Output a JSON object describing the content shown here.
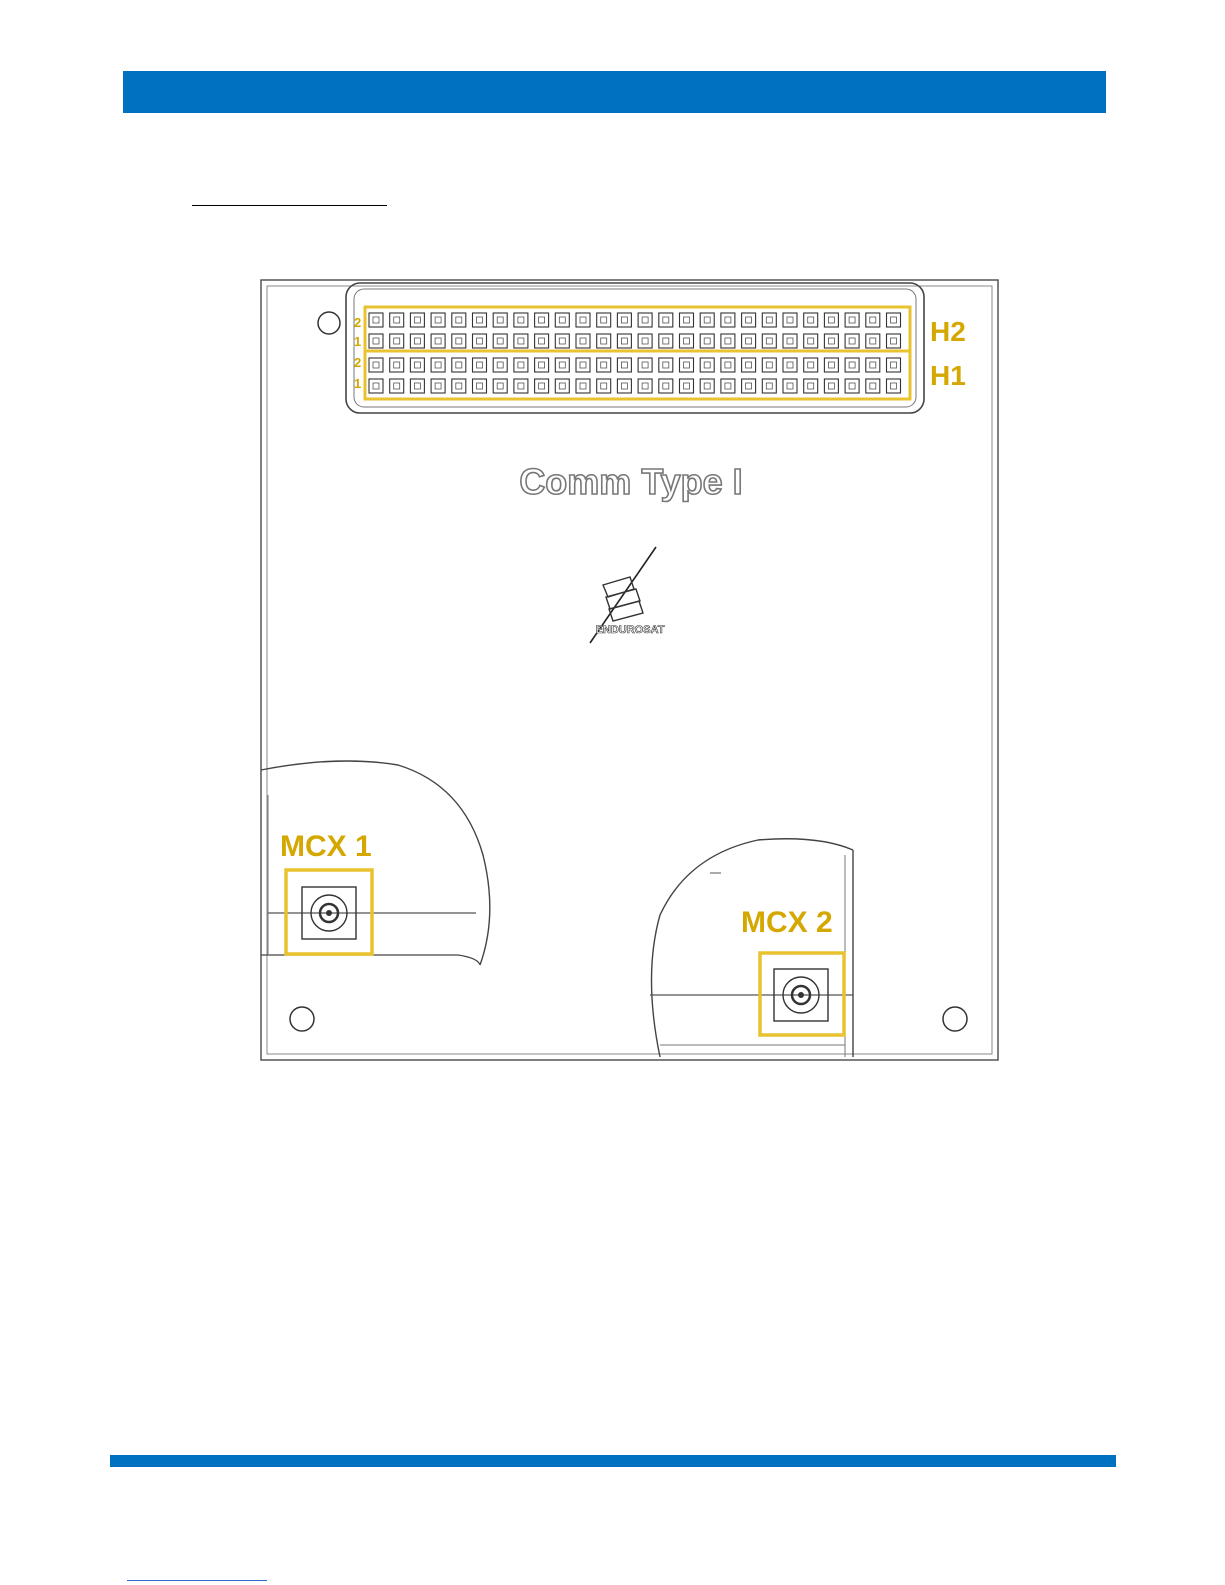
{
  "document": {
    "brand_color": "#0070C0",
    "highlight_color": "#E8C22F",
    "figure": {
      "board_title": "Comm Type I",
      "logo_text": "ENDUROSAT",
      "headers": [
        {
          "name": "H2",
          "row_labels": [
            "2",
            "1"
          ]
        },
        {
          "name": "H1",
          "row_labels": [
            "2",
            "1"
          ]
        }
      ],
      "connectors": [
        {
          "name": "MCX 1"
        },
        {
          "name": "MCX 2"
        }
      ],
      "pins_per_row": 26
    }
  }
}
